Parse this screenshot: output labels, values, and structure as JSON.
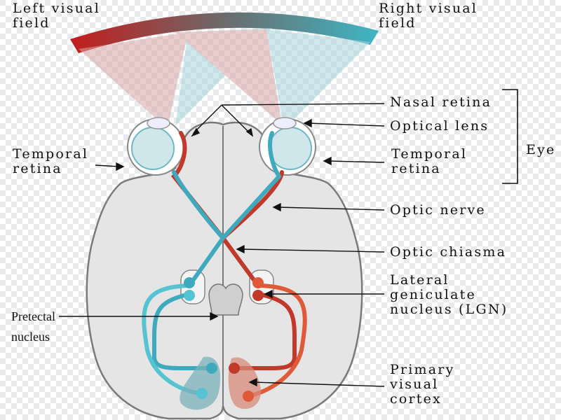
{
  "labels": {
    "left_visual_field": "Left visual\nfield",
    "right_visual_field": "Right visual\nfield",
    "nasal_retina": "Nasal retina",
    "optical_lens": "Optical lens",
    "temporal_retina_right": "Temporal\nretina",
    "temporal_retina_left": "Temporal\nretina",
    "eye": "Eye",
    "optic_nerve": "Optic nerve",
    "optic_chiasma": "Optic chiasma",
    "lgn": "Lateral\ngeniculate\nnucleus (LGN)",
    "pretectal_nucleus": "Pretectal\nnucleus",
    "primary_visual_cortex": "Primary\nvisual\ncortex"
  },
  "colors": {
    "left_field": "#c41c1c",
    "right_field": "#3fb6c4",
    "red_pathway": "#d2462a",
    "cyan_pathway": "#4bb8cc",
    "brain_fill": "#e5e5e5",
    "brain_outline": "#7a7a7a"
  }
}
